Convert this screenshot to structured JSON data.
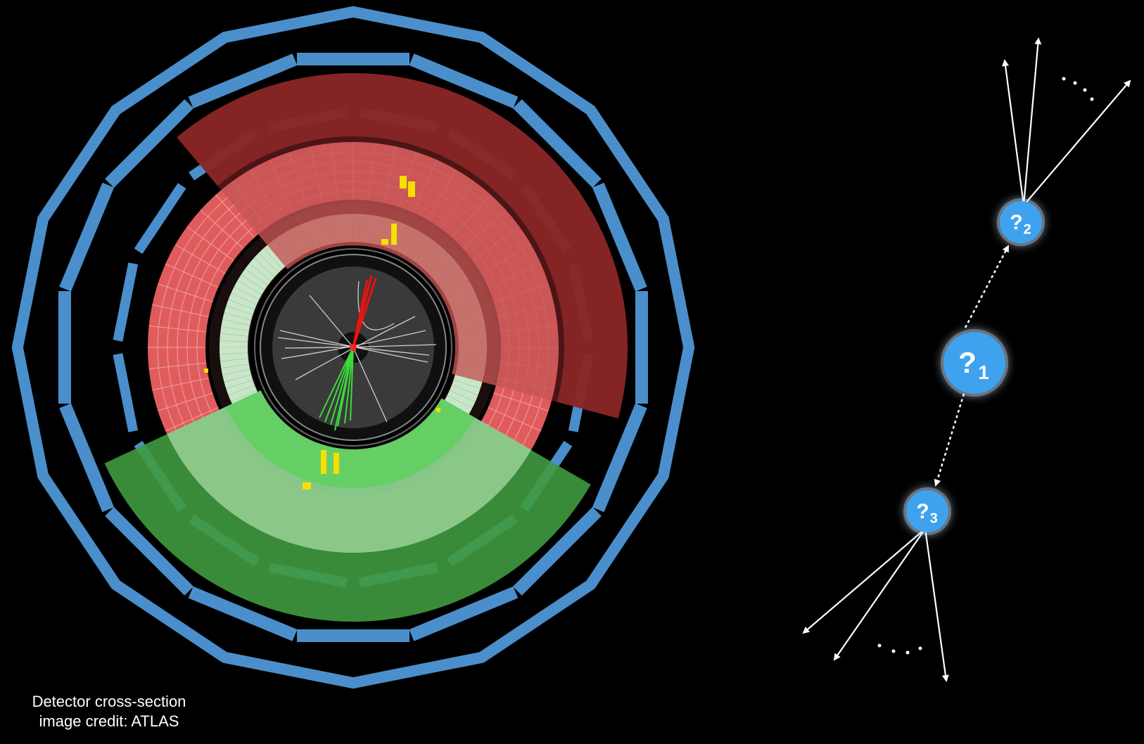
{
  "caption": {
    "line1": "Detector cross-section",
    "line2": "image credit: ATLAS"
  },
  "colors": {
    "background": "#000000",
    "muon_chamber": "#4a8fcb",
    "hadronic_calorimeter": "#e05c5c",
    "em_calorimeter": "#c9e6c9",
    "red_jet": "#8b2626",
    "green_jet": "#3f9a3f",
    "inner_detector": "#3a3a3a",
    "node": "#3fa2ee",
    "arrow": "#ffffff"
  },
  "diagram": {
    "nodes": [
      {
        "id": "node-1",
        "symbol": "?",
        "subscript": "1"
      },
      {
        "id": "node-2",
        "symbol": "?",
        "subscript": "2"
      },
      {
        "id": "node-3",
        "symbol": "?",
        "subscript": "3"
      }
    ],
    "ellipsis": "..."
  }
}
